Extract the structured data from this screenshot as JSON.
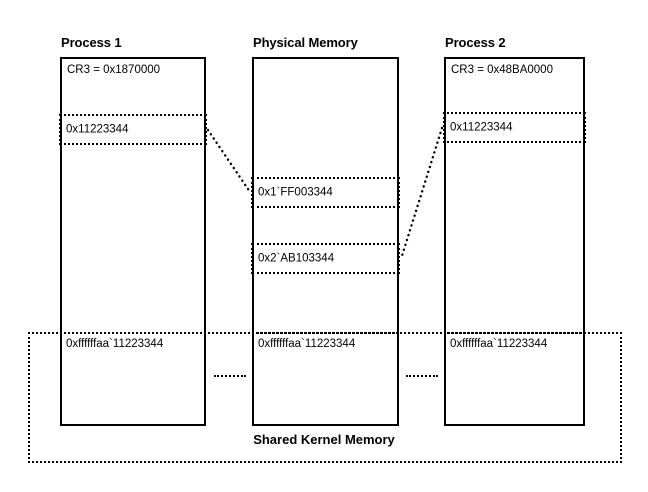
{
  "diagram": {
    "title": "Shared Kernel Memory",
    "columns": [
      {
        "id": "process-1",
        "title": "Process 1",
        "cr3_label": "CR3 = 0x1870000",
        "virtual_page": "0x11223344",
        "kernel_page": "0xffffffaa`11223344"
      },
      {
        "id": "physical-memory",
        "title": "Physical Memory",
        "frames": [
          "0x1`FF003344",
          "0x2`AB103344"
        ],
        "kernel_page": "0xffffffaa`11223344"
      },
      {
        "id": "process-2",
        "title": "Process 2",
        "cr3_label": "CR3 = 0x48BA0000",
        "virtual_page": "0x11223344",
        "kernel_page": "0xffffffaa`11223344"
      }
    ]
  },
  "style": {
    "stroke": "#000000",
    "background": "#ffffff"
  }
}
